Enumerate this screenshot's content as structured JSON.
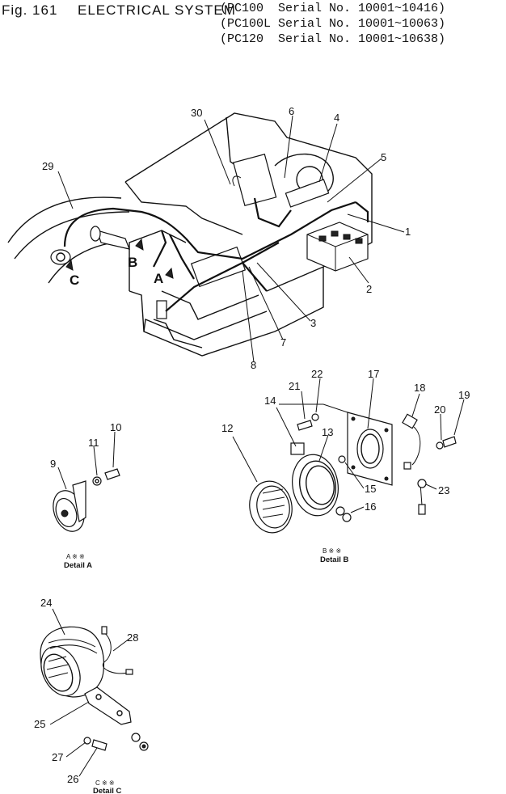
{
  "header": {
    "fig": "Fig. 161",
    "title": "ELECTRICAL SYSTEM",
    "serials": [
      "(PC100  Serial No. 10001~10416)",
      "(PC100L Serial No. 10001~10063)",
      "(PC120  Serial No. 10001~10638)"
    ]
  },
  "callouts": [
    "1",
    "2",
    "3",
    "4",
    "5",
    "6",
    "7",
    "8",
    "9",
    "10",
    "11",
    "12",
    "13",
    "14",
    "15",
    "16",
    "17",
    "18",
    "19",
    "20",
    "21",
    "22",
    "23",
    "24",
    "25",
    "26",
    "27",
    "28",
    "29",
    "30"
  ],
  "view_markers": {
    "a": "A",
    "b": "B",
    "c": "C"
  },
  "details": {
    "a": {
      "marks": "A  ※  ※",
      "label": "Detail  A"
    },
    "b": {
      "marks": "B  ※  ※",
      "label": "Detail  B"
    },
    "c": {
      "marks": "C  ※  ※",
      "label": "Detail  C"
    }
  }
}
